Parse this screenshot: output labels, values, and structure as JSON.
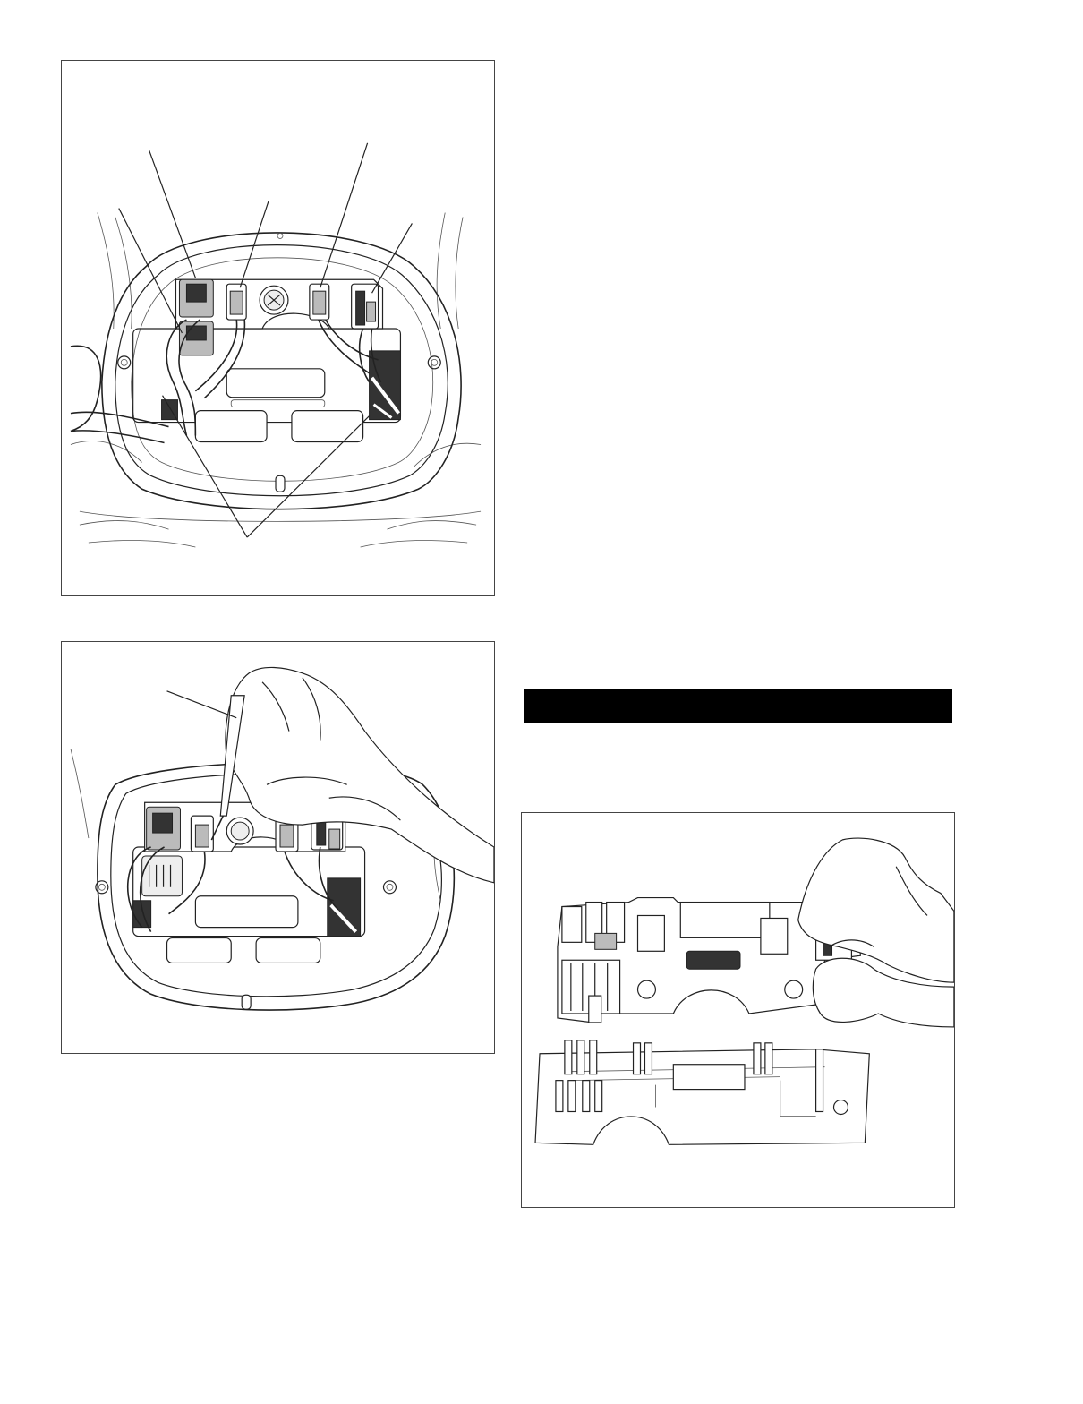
{
  "page": {
    "background": "#ffffff",
    "line_color": "#222222"
  },
  "figures": {
    "top": {
      "description_icon": "headlamp-housing-connectors-icon",
      "callout_count": 7
    },
    "middle": {
      "description_icon": "connector-release-tool-icon",
      "callout_count": 1
    },
    "right": {
      "description_icon": "connector-board-separation-icon",
      "callout_count": 0
    }
  },
  "black_bar": {
    "text": ""
  }
}
